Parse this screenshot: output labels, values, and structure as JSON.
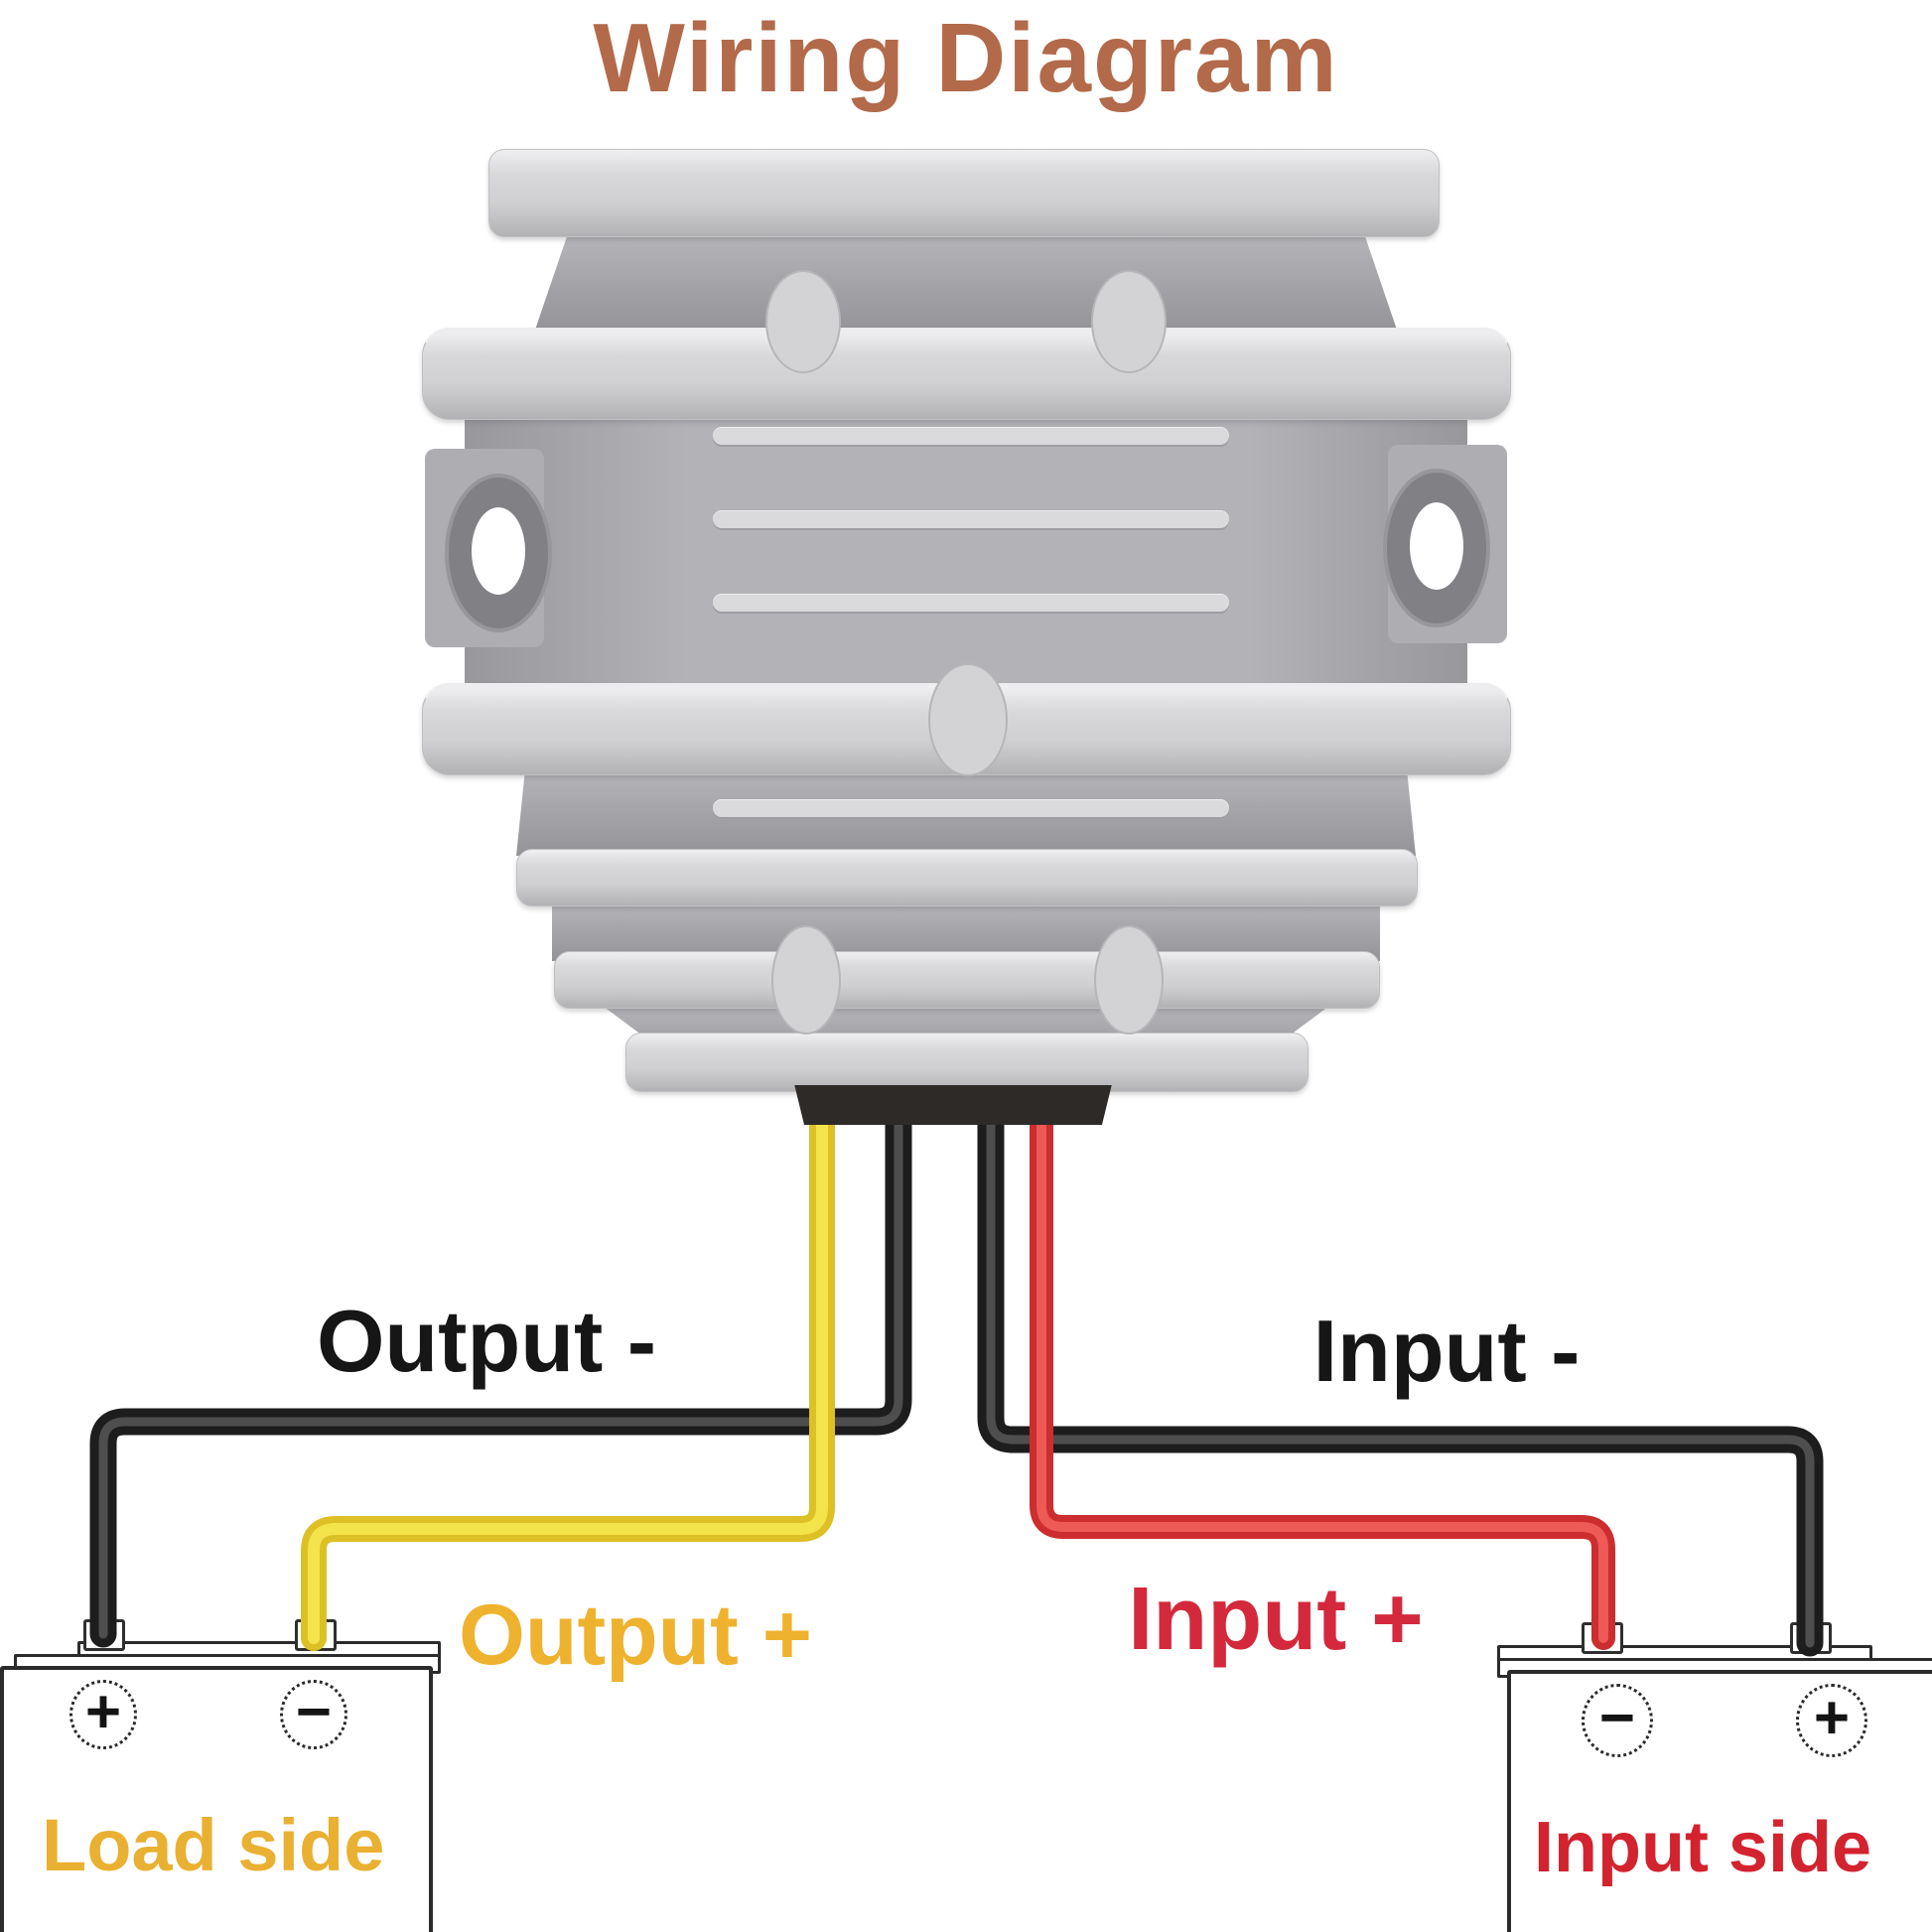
{
  "title": {
    "text": "Wiring Diagram",
    "color": "#b26a4a"
  },
  "device": {
    "name": "DC voltage converter module",
    "body_color": "#cdcdcf",
    "fin_color": "#d6d6d8",
    "connector_color": "#2d2a27"
  },
  "labels": {
    "output_minus": {
      "text": "Output -",
      "color": "#161616"
    },
    "output_plus": {
      "text": "Output +",
      "color": "#eeb22e"
    },
    "input_minus": {
      "text": "Input -",
      "color": "#161616"
    },
    "input_plus": {
      "text": "Input +",
      "color": "#d4293c"
    }
  },
  "wires": {
    "output_minus": {
      "name": "black output negative wire",
      "color": "#1d1d1d"
    },
    "output_plus": {
      "name": "yellow output positive wire",
      "color": "#ddc026"
    },
    "input_minus": {
      "name": "black input negative wire",
      "color": "#1d1d1d"
    },
    "input_plus": {
      "name": "red input positive wire",
      "color": "#cc2d2f"
    }
  },
  "batteries": {
    "left": {
      "label": "Load side",
      "label_color": "#e9b032",
      "terminal_symbols": [
        "+",
        "−"
      ]
    },
    "right": {
      "label": "Input side",
      "label_color": "#d2232f",
      "terminal_symbols": [
        "−",
        "+"
      ]
    }
  }
}
